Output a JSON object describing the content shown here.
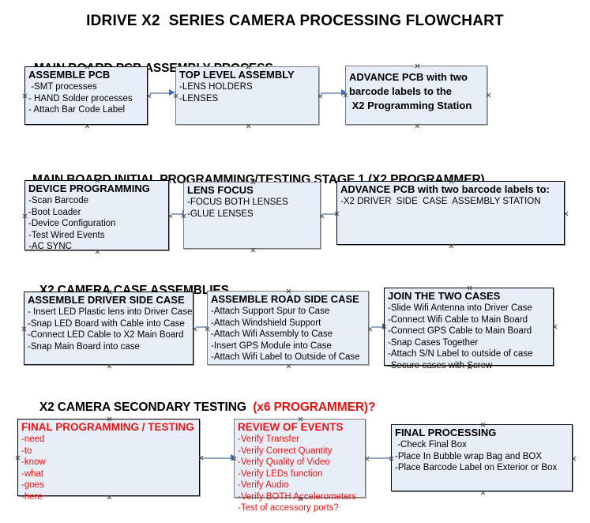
{
  "document": {
    "title": "IDRIVE X2  SERIES CAMERA PROCESSING FLOWCHART"
  },
  "sections": [
    {
      "heading": "MAIN BOARD PCB ASSEMBLY PROCESS",
      "heading_accent": "",
      "nodes": [
        {
          "title": "ASSEMBLE PCB",
          "lines": [
            " -SMT processes",
            "- HAND Solder processes",
            "- Attach Bar Code Label"
          ]
        },
        {
          "title": "TOP LEVEL ASSEMBLY",
          "lines": [
            "-LENS HOLDERS",
            "-LENSES"
          ]
        },
        {
          "title_lines": [
            "ADVANCE PCB with two",
            "barcode labels to the",
            " X2 Programming Station"
          ],
          "lines": []
        }
      ]
    },
    {
      "heading": "MAIN BOARD INITIAL PROGRAMMING/TESTING STAGE 1 (X2 PROGRAMMER)",
      "heading_accent": "",
      "nodes": [
        {
          "title": "DEVICE PROGRAMMING",
          "lines": [
            "-Scan Barcode",
            "-Boot Loader",
            "-Device Configuration",
            "-Test Wired Events",
            "-AC SYNC"
          ]
        },
        {
          "title": "LENS FOCUS",
          "lines": [
            "-FOCUS BOTH LENSES",
            "-GLUE LENSES"
          ]
        },
        {
          "title": "ADVANCE PCB with two barcode labels to:",
          "lines": [
            "-X2 DRIVER  SIDE  CASE  ASSEMBLY STATION"
          ]
        }
      ]
    },
    {
      "heading": "X2 CAMERA CASE ASSEMBLIES",
      "heading_accent": "",
      "nodes": [
        {
          "title": "ASSEMBLE DRIVER SIDE CASE",
          "lines": [
            "- Insert LED Plastic lens into Driver Case",
            "-Snap LED Board with Cable into Case",
            "-Connect LED Cable to X2 Main Board",
            "-Snap Main Board into case"
          ]
        },
        {
          "title": "ASSEMBLE ROAD SIDE CASE",
          "lines": [
            "-Attach Support Spur to Case",
            "-Attach Windshield Support",
            "-Attach Wifi Assembly to Case",
            "-Insert GPS Module into Case",
            "-Attach Wifi Label to Outside of Case"
          ]
        },
        {
          "title": "JOIN THE TWO CASES",
          "lines": [
            "-Slide Wifi Antenna into Driver Case",
            "-Connect Wifi Cable to Main Board",
            "-Connect GPS Cable to Main Board",
            "-Snap Cases Together",
            "-Attach S/N Label to outside of case",
            "-Secure cases with Screw"
          ]
        }
      ]
    },
    {
      "heading": "X2 CAMERA SECONDARY TESTING  ",
      "heading_accent": "(x6 PROGRAMMER)?",
      "nodes": [
        {
          "title": "FINAL PROGRAMMING / TESTING",
          "lines": [
            "-need",
            "-to",
            "-know",
            "-what",
            "-goes",
            "-here"
          ]
        },
        {
          "title": "REVIEW OF EVENTS",
          "lines": [
            "-Verify Transfer",
            "-Verify Correct Quantity",
            "-Verify Quality of Video",
            "-Verify LEDs function",
            "-Verify Audio",
            "-Verify BOTH Accelerometers",
            "-Test of accessory ports?"
          ]
        },
        {
          "title": "FINAL PROCESSING",
          "lines": [
            " -Check Final Box",
            "-Place In Bubble wrap Bag and BOX",
            "-Place Barcode Label on Exterior or Box"
          ]
        }
      ]
    }
  ],
  "colors": {
    "node_fill": "#e8eef7",
    "node_border": "#000000",
    "node_border_gray": "#7b7b7b",
    "arrow_shaft": "#8fa8c8",
    "arrow_head": "#3f6fb5",
    "accent_red": "#ee1111",
    "text": "#000000"
  }
}
